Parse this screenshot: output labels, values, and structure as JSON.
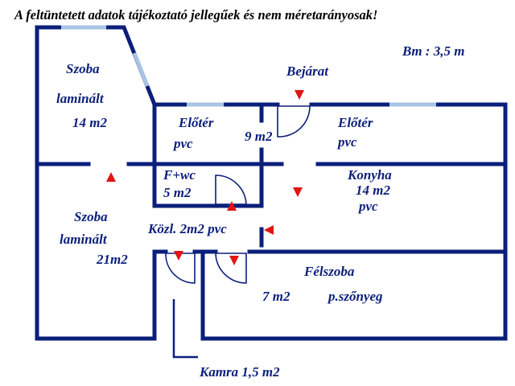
{
  "colors": {
    "wall": "#0b1f7a",
    "window": "#a9c4e4",
    "arrow": "#e01515",
    "note_text": "#000000"
  },
  "note": "A feltüntetett adatok tájékoztató jellegűek és nem méretarányosak!",
  "ceiling": "Bm : 3,5 m",
  "entrance": "Bejárat",
  "rooms": {
    "szoba_top": {
      "name": "Szoba",
      "floor": "laminált",
      "area": "14 m2"
    },
    "eloter_left": {
      "name": "Előtér",
      "floor": "pvc"
    },
    "eloter_area": "9 m2",
    "eloter_right": {
      "name": "Előtér",
      "floor": "pvc"
    },
    "fwc": {
      "name": "F+wc",
      "area": "5 m2"
    },
    "konyha": {
      "name": "Konyha",
      "area": "14 m2",
      "floor": "pvc"
    },
    "szoba_bottom": {
      "name": "Szoba",
      "floor": "laminált",
      "area": "21m2"
    },
    "kozl": "Közl. 2m2 pvc",
    "felszoba": {
      "name": "Félszoba",
      "area": "7 m2",
      "floor": "p.szőnyeg"
    },
    "kamra": "Kamra 1,5 m2"
  }
}
